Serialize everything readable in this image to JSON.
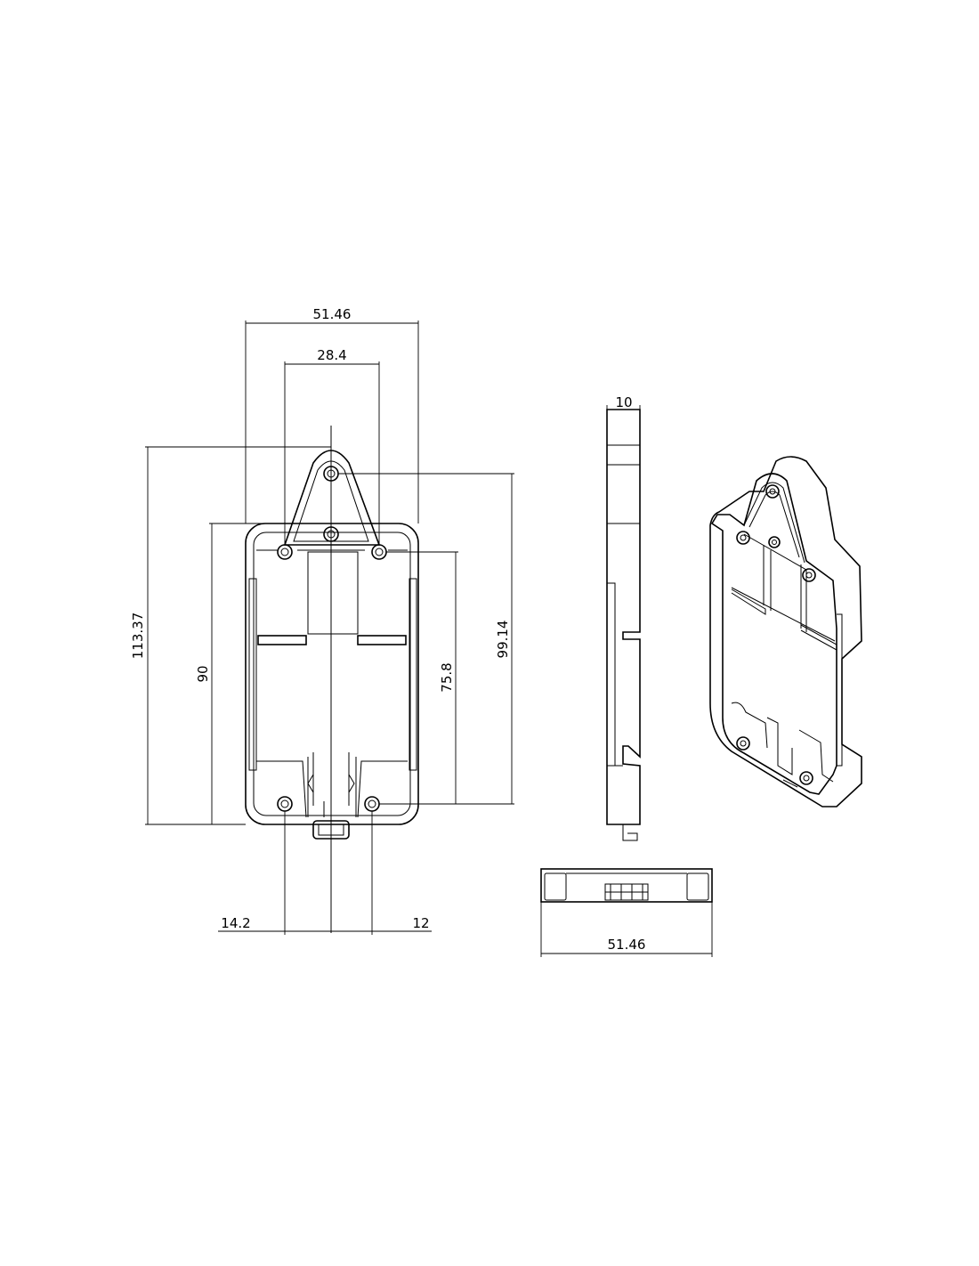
{
  "drawing": {
    "front_view": {
      "dimensions": {
        "overall_width": "51.46",
        "hole_spacing_top": "28.4",
        "overall_height": "113.37",
        "mounting_height": "90",
        "hole_vertical_inner": "75.8",
        "top_hole_to_bottom": "99.14",
        "left_offset": "14.2",
        "right_offset": "12"
      }
    },
    "side_view": {
      "dimensions": {
        "depth": "10"
      }
    },
    "bottom_view": {
      "dimensions": {
        "width": "51.46"
      }
    }
  }
}
